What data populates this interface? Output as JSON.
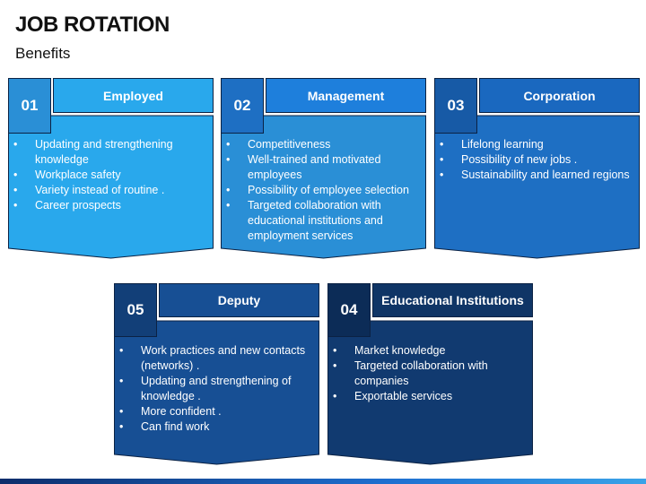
{
  "title": "JOB ROTATION",
  "subtitle": "Benefits",
  "cards": [
    {
      "number": "01",
      "heading": "Employed",
      "items": [
        "Updating and strengthening knowledge",
        "Workplace safety",
        "Variety instead of routine .",
        "Career prospects"
      ]
    },
    {
      "number": "02",
      "heading": "Management",
      "items": [
        "Competitiveness",
        "Well-trained and motivated employees",
        "Possibility of employee selection",
        "Targeted collaboration with educational institutions and employment services"
      ]
    },
    {
      "number": "03",
      "heading": "Corporation",
      "items": [
        "Lifelong learning",
        "Possibility of new jobs .",
        "Sustainability and learned regions"
      ]
    },
    {
      "number": "05",
      "heading": "Deputy",
      "items": [
        "Work practices and new contacts (networks) .",
        "Updating and strengthening of knowledge .",
        "More confident .",
        "Can find work"
      ]
    },
    {
      "number": "04",
      "heading": "Educational Institutions",
      "items": [
        "Market knowledge",
        "Targeted collaboration with companies",
        "Exportable services"
      ]
    }
  ],
  "colors": {
    "card1_body": "#29a8ec",
    "card1_dark": "#2a8fd6",
    "card1_head": "#29a8ec",
    "card2_body": "#2a8fd6",
    "card2_dark": "#1e6fc3",
    "card2_head": "#1e7fdc",
    "card3_body": "#1e6fc3",
    "card3_dark": "#175aa6",
    "card3_head": "#1a68bf",
    "card4_body": "#174f94",
    "card4_dark": "#123f78",
    "card4_head": "#174f94",
    "card5_body": "#113a70",
    "card5_dark": "#0c2c57",
    "card5_head": "#0f3566",
    "bottom_bar": "#1e6fd0"
  }
}
